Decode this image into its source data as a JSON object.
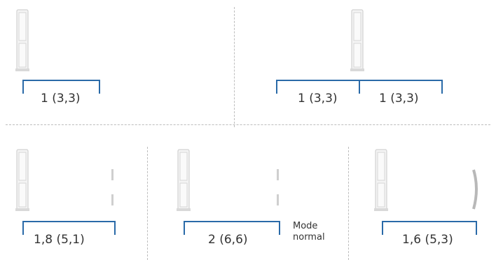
{
  "panels": {
    "top_left": {
      "labels": [
        "1 (3,3)"
      ]
    },
    "top_right": {
      "labels": [
        "1 (3,3)",
        "1 (3,3)"
      ]
    },
    "bottom_left": {
      "labels": [
        "1,8 (5,1)"
      ]
    },
    "bottom_mid": {
      "labels": [
        "2 (6,6)"
      ],
      "mode_line1": "Mode",
      "mode_line2": "normal"
    },
    "bottom_right": {
      "labels": [
        "1,6 (5,3)"
      ]
    }
  },
  "colors": {
    "bracket": "#2a6aa8",
    "divider": "#bdbdbd",
    "antenna": "#cfcfcf"
  },
  "icons": [
    "antenna-device-icon",
    "dashed-post-icon"
  ]
}
